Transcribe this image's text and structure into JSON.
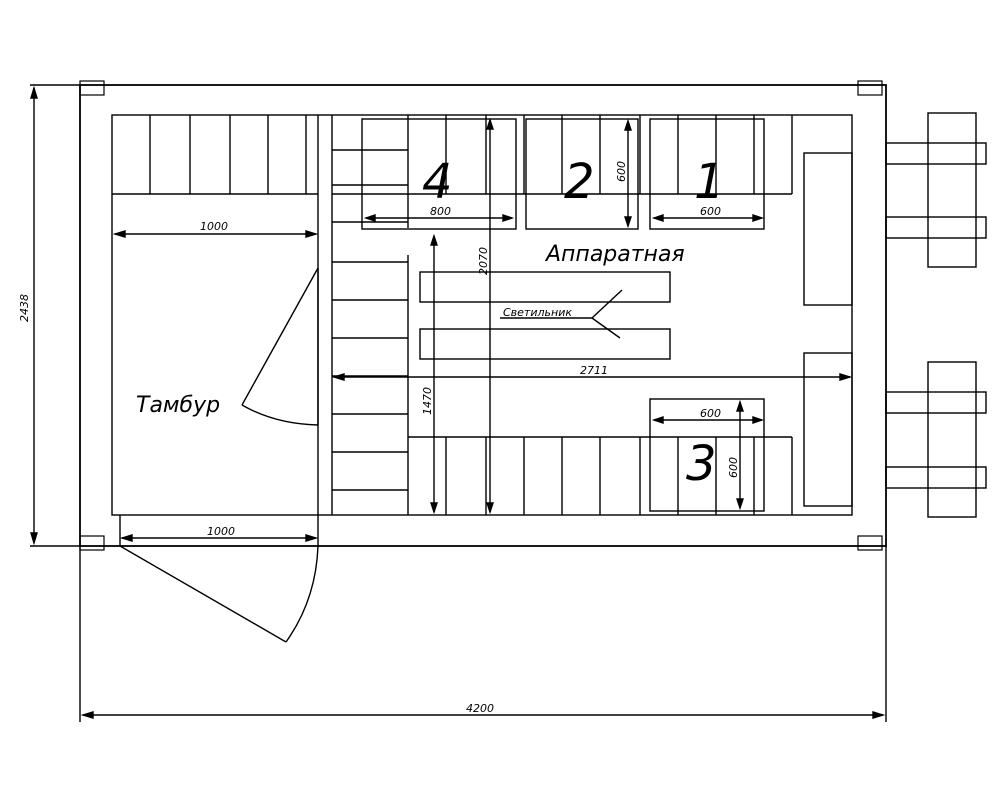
{
  "rooms": {
    "vestibule": "Тамбур",
    "equipment_room": "Аппаратная"
  },
  "luminaire_label": "Светильник",
  "rack_numbers": [
    "4",
    "2",
    "1",
    "3"
  ],
  "dimensions": {
    "overall_length": "4200",
    "overall_width": "2438",
    "vestibule_width": "1000",
    "door_width": "1000",
    "rack4_width": "800",
    "rack2_depth": "600",
    "rack1_width": "600",
    "room_height": "2070",
    "room_length": "2711",
    "lower_height": "1470",
    "rack3_width": "600",
    "rack3_depth": "600"
  }
}
